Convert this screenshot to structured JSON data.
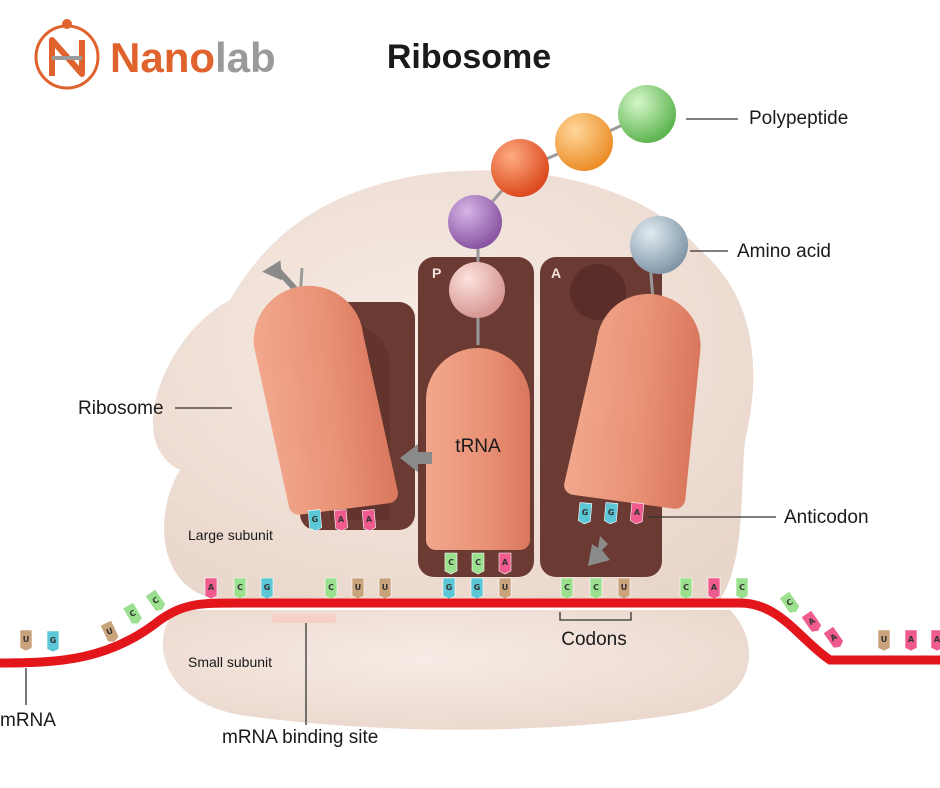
{
  "title": "Ribosome",
  "brand": {
    "name_part1": "Nano",
    "name_part2": "lab",
    "logo_icon": "nanolab-logo-icon",
    "color_orange": "#e0622c",
    "color_gray": "#9a9a9a"
  },
  "labels": {
    "polypeptide": "Polypeptide",
    "amino_acid": "Amino acid",
    "ribosome": "Ribosome",
    "trna": "tRNA",
    "anticodon": "Anticodon",
    "large_subunit": "Large subunit",
    "small_subunit": "Small subunit",
    "codons": "Codons",
    "mrna": "mRNA",
    "mrna_binding_site": "mRNA binding site"
  },
  "sites": {
    "p": "P",
    "a": "A"
  },
  "trna_left_anticodon": [
    "G",
    "A",
    "A"
  ],
  "trna_p_bases": [
    "C",
    "C",
    "A"
  ],
  "trna_a_anticodon": [
    "G",
    "G",
    "A"
  ],
  "a_site_codon": [
    "C",
    "C",
    "U"
  ],
  "mrna_top_bases": [
    "A",
    "C",
    "G",
    "C",
    "U",
    "U",
    "G",
    "G",
    "U",
    "C",
    "C",
    "U",
    "C",
    "A",
    "C"
  ],
  "mrna_left_bases": [
    "U",
    "G",
    "U",
    "C",
    "C"
  ],
  "mrna_right_bases": [
    "C",
    "A",
    "A",
    "U",
    "A",
    "A"
  ],
  "colors": {
    "ribosome_body": "#f1e3da",
    "site_dark": "#6b3a33",
    "trna": "#e8957a",
    "mrna": "#e3161b",
    "amino_purple": "#9e6cb4",
    "amino_orange_red": "#e8572b",
    "amino_orange": "#f2a03c",
    "amino_green": "#79c96a",
    "amino_blue": "#9fb3c2",
    "amino_pink": "#e8b0ac",
    "base_A": "#ef5b8f",
    "base_C": "#9be08e",
    "base_G": "#5cc7d6",
    "base_U": "#c9a37c"
  }
}
